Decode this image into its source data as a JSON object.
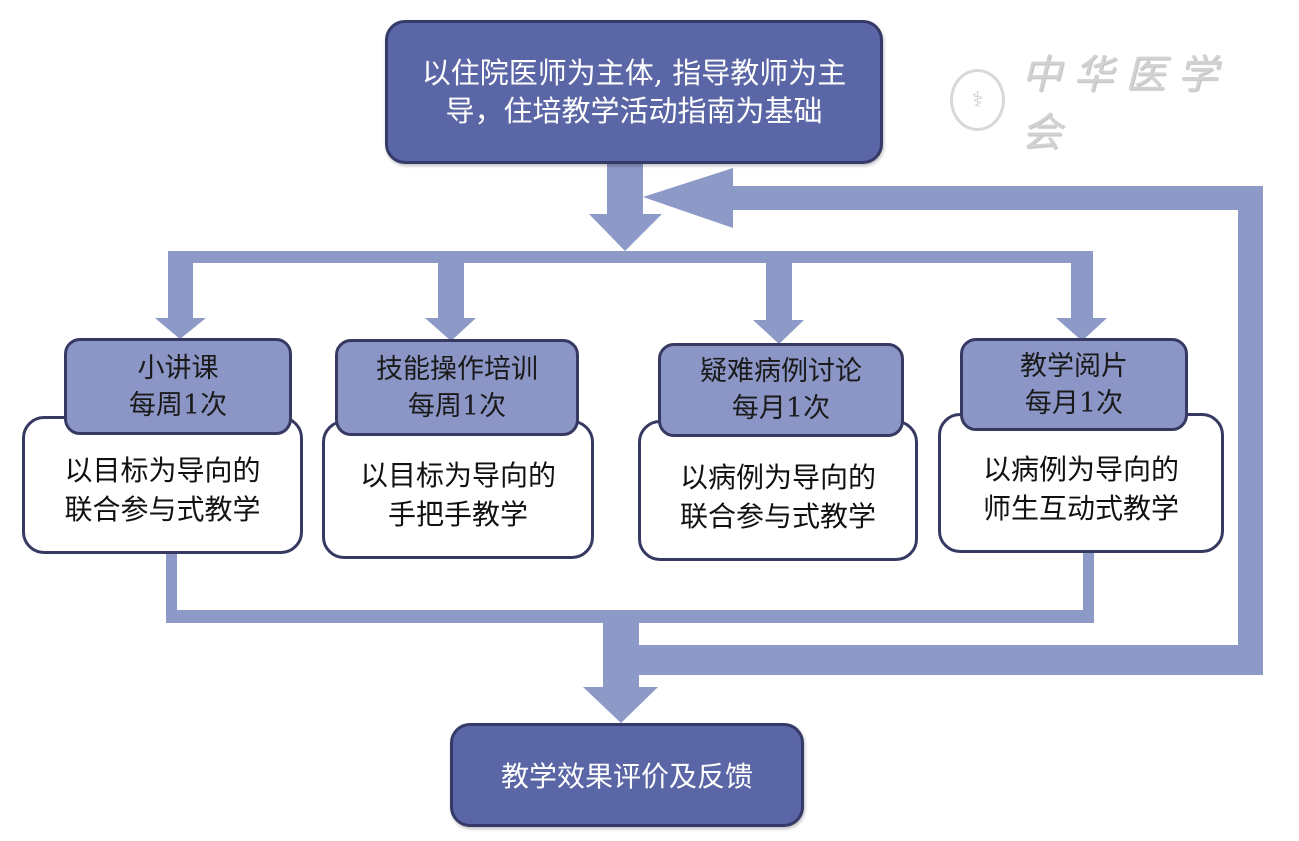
{
  "colors": {
    "dark_box_fill": "#5a66a5",
    "dark_box_border": "#353b68",
    "header_fill": "#8b96c6",
    "connector": "#8d99c6",
    "white_box_border": "#363a62"
  },
  "top_box": {
    "lines": [
      "以住院医师为主体, 指导教师为主",
      "导，住培教学活动指南为基础"
    ]
  },
  "watermark": {
    "seal_icon": "chinese-medical-association-seal-icon",
    "text": "中华医学会"
  },
  "activities": [
    {
      "title": "小讲课",
      "frequency": "每周1次",
      "method_lines": [
        "以目标为导向的",
        "联合参与式教学"
      ]
    },
    {
      "title": "技能操作培训",
      "frequency": "每周1次",
      "method_lines": [
        "以目标为导向的",
        "手把手教学"
      ]
    },
    {
      "title": "疑难病例讨论",
      "frequency": "每月1次",
      "method_lines": [
        "以病例为导向的",
        "联合参与式教学"
      ]
    },
    {
      "title": "教学阅片",
      "frequency": "每月1次",
      "method_lines": [
        "以病例为导向的",
        "师生互动式教学"
      ]
    }
  ],
  "bottom_box": {
    "label": "教学效果评价及反馈"
  },
  "flow": {
    "edges": [
      {
        "from": "top_box",
        "to": "activities"
      },
      {
        "from": "activities",
        "to": "bottom_box"
      },
      {
        "from": "bottom_box",
        "to": "top_box",
        "type": "feedback-loop"
      }
    ]
  }
}
